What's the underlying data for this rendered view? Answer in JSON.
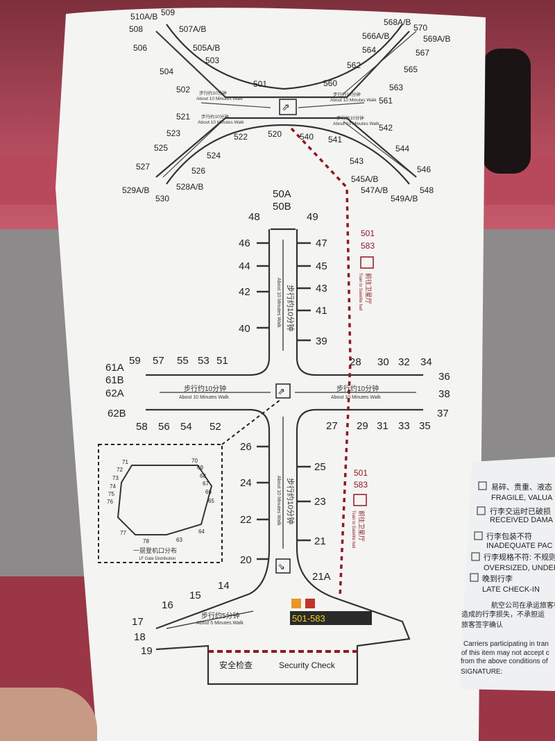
{
  "gates_top_left": [
    "510A/B",
    "509",
    "508",
    "507A/B",
    "506",
    "505A/B",
    "503",
    "504",
    "502",
    "521",
    "523",
    "525",
    "524",
    "527",
    "526",
    "529A/B",
    "528A/B",
    "530",
    "501",
    "522",
    "520"
  ],
  "gates_top_right": [
    "568A/B",
    "570",
    "566A/B",
    "569A/B",
    "564",
    "567",
    "562",
    "565",
    "560",
    "563",
    "561",
    "542",
    "544",
    "546",
    "541",
    "540",
    "543",
    "545A/B",
    "547A/B",
    "548",
    "549A/B"
  ],
  "gates_main": [
    "50A",
    "50B",
    "48",
    "49",
    "46",
    "47",
    "44",
    "45",
    "42",
    "43",
    "41",
    "40",
    "39",
    "61A",
    "61B",
    "62A",
    "62B",
    "59",
    "57",
    "55",
    "53",
    "51",
    "58",
    "56",
    "54",
    "52",
    "28",
    "30",
    "32",
    "34",
    "36",
    "38",
    "37",
    "27",
    "29",
    "31",
    "33",
    "35",
    "26",
    "25",
    "24",
    "23",
    "22",
    "21",
    "20",
    "21A",
    "17",
    "18",
    "19",
    "16",
    "15",
    "14"
  ],
  "gates_1f": [
    "71",
    "72",
    "73",
    "74",
    "75",
    "76",
    "70",
    "69",
    "68",
    "67",
    "66",
    "65",
    "77",
    "78",
    "63",
    "64"
  ],
  "walk_cn": "步行约10分钟",
  "walk_en": "About 10 Minutes Walk",
  "walk5_cn": "步行约5分钟",
  "walk5_en": "About 5 Minutes Walk",
  "dist_cn": "一层登机口分布",
  "dist_en": "1F Gate Distribution",
  "train_range_a": "501",
  "train_range_b": "583",
  "train_cn": "前往卫星厅",
  "train_en": "Train to Satellite hall",
  "bottom_range": "501-583",
  "security_cn": "安全检查",
  "security_en": "Security Check",
  "tag": {
    "item1_cn": "易碎、贵重、液态",
    "item1_en": "FRAGILE, VALUA",
    "item2_cn": "行李交运时已破损",
    "item2_en": "RECEIVED DAMA",
    "item3_cn": "行李包装不符",
    "item3_en": "INADEQUATE PAC",
    "item4_cn": "行李规格不符: 不规则",
    "item4_en": "OVERSIZED, UNDER",
    "item5_cn": "晚到行李",
    "item5_en": "LATE CHECK-IN",
    "note_cn1": "航空公司在承运旅客行李",
    "note_cn2": "造成的行李损失，不承担运",
    "sign_cn": "旅客签字确认",
    "note_en1": "Carriers participating in tran",
    "note_en2": "of this item may not accept c",
    "note_en3": "from the above conditions of",
    "sign_en": "SIGNATURE:"
  }
}
